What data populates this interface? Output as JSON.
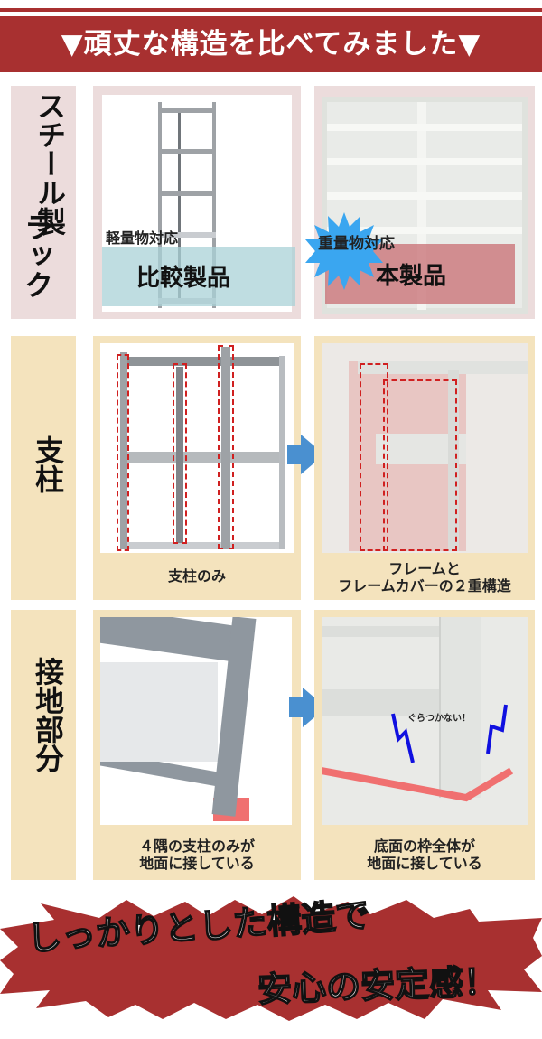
{
  "header": {
    "title": "▼頑丈な構造を比べてみました▼"
  },
  "rows": [
    {
      "label": "スチール製ラック",
      "label_lines": [
        "スチール製",
        "ラック"
      ],
      "left": {
        "tag": "軽量物対応",
        "title": "比較製品"
      },
      "right": {
        "tag": "重量物対応",
        "title": "本製品"
      }
    },
    {
      "label": "支柱",
      "left": {
        "caption": "支柱のみ"
      },
      "right": {
        "caption_lines": [
          "フレームと",
          "フレームカバーの２重構造"
        ]
      }
    },
    {
      "label": "接地部分",
      "left": {
        "caption_lines": [
          "４隅の支柱のみが",
          "地面に接している"
        ]
      },
      "right": {
        "callout": "ぐらつかない！",
        "caption_lines": [
          "底面の枠全体が",
          "地面に接している"
        ]
      }
    }
  ],
  "footer": {
    "lines": [
      "しっかりとした構造で",
      "安心の安定感！"
    ]
  },
  "colors": {
    "brand_red": "#a83030",
    "label_pink": "#ecdcdc",
    "panel_beige": "#f4e3bd",
    "arrow_blue": "#4a90d0",
    "badge_blue": "#3aa6f0"
  }
}
